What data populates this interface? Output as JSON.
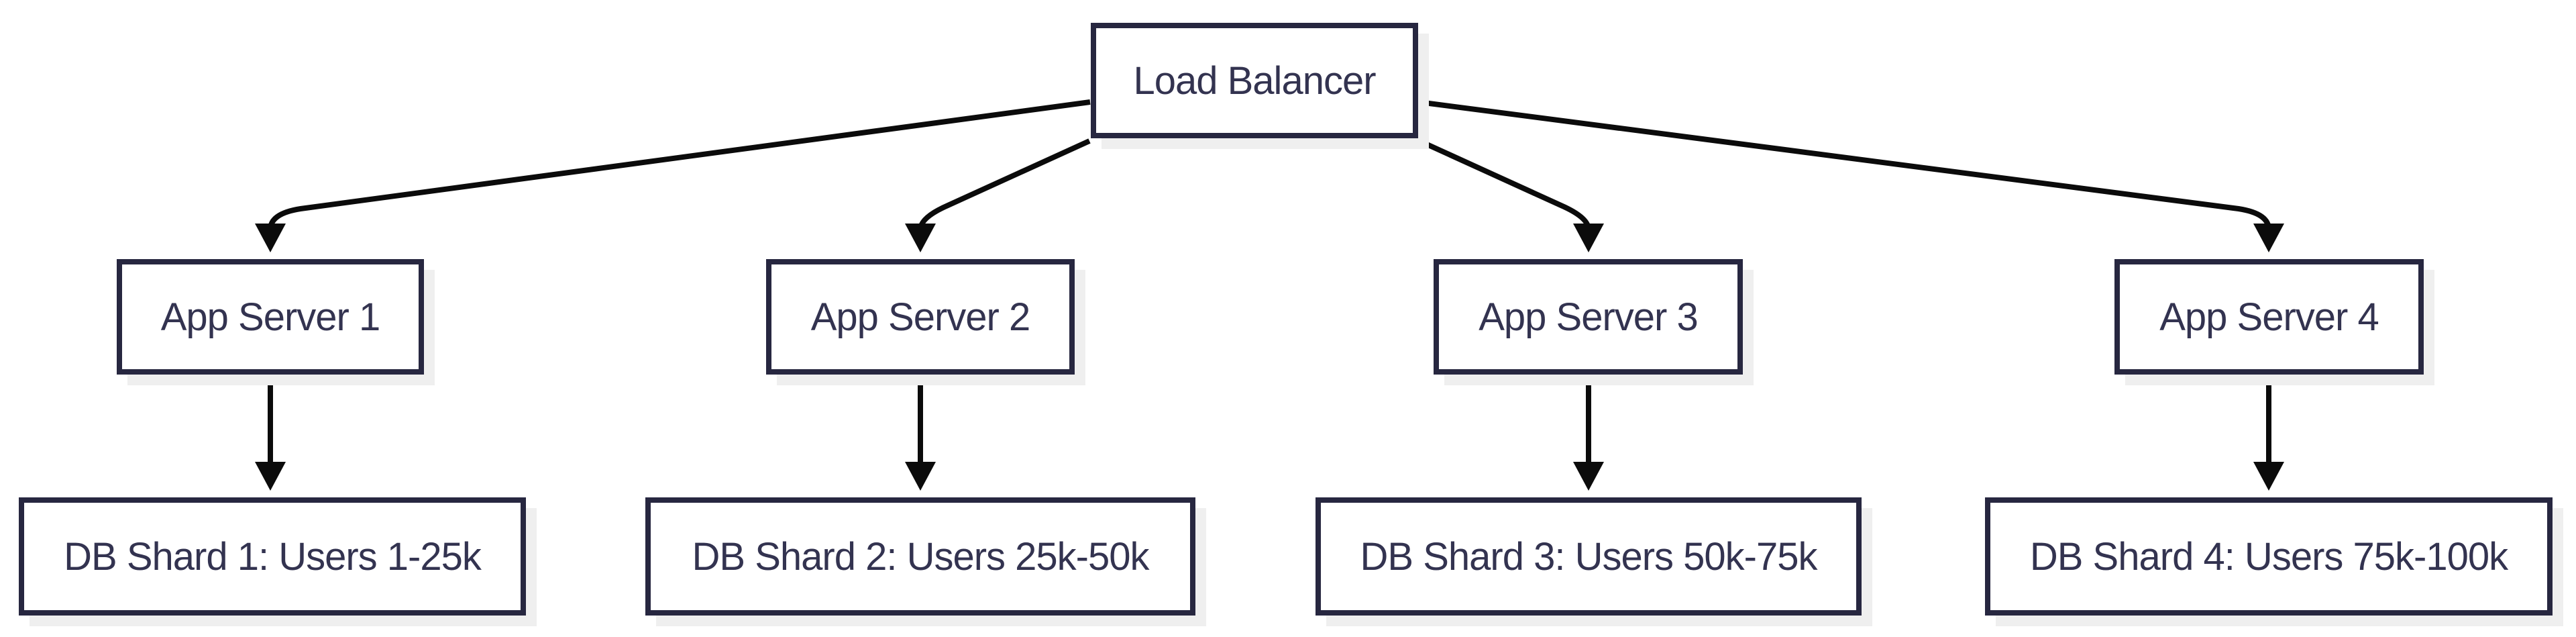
{
  "diagram": {
    "nodes": [
      {
        "id": "load-balancer",
        "label": "Load Balancer"
      },
      {
        "id": "app-server-1",
        "label": "App Server 1"
      },
      {
        "id": "app-server-2",
        "label": "App Server 2"
      },
      {
        "id": "app-server-3",
        "label": "App Server 3"
      },
      {
        "id": "app-server-4",
        "label": "App Server 4"
      },
      {
        "id": "db-shard-1",
        "label": "DB Shard 1: Users 1-25k"
      },
      {
        "id": "db-shard-2",
        "label": "DB Shard 2: Users 25k-50k"
      },
      {
        "id": "db-shard-3",
        "label": "DB Shard 3: Users 50k-75k"
      },
      {
        "id": "db-shard-4",
        "label": "DB Shard 4: Users 75k-100k"
      }
    ],
    "edges": [
      {
        "from": "load-balancer",
        "to": "app-server-1"
      },
      {
        "from": "load-balancer",
        "to": "app-server-2"
      },
      {
        "from": "load-balancer",
        "to": "app-server-3"
      },
      {
        "from": "load-balancer",
        "to": "app-server-4"
      },
      {
        "from": "app-server-1",
        "to": "db-shard-1"
      },
      {
        "from": "app-server-2",
        "to": "db-shard-2"
      },
      {
        "from": "app-server-3",
        "to": "db-shard-3"
      },
      {
        "from": "app-server-4",
        "to": "db-shard-4"
      }
    ],
    "colors": {
      "background": "#ffffff",
      "node_border": "#272740",
      "node_fill": "#ffffff",
      "node_text": "#333350",
      "edge": "#0b0b0b",
      "shadow": "#efefef"
    }
  }
}
